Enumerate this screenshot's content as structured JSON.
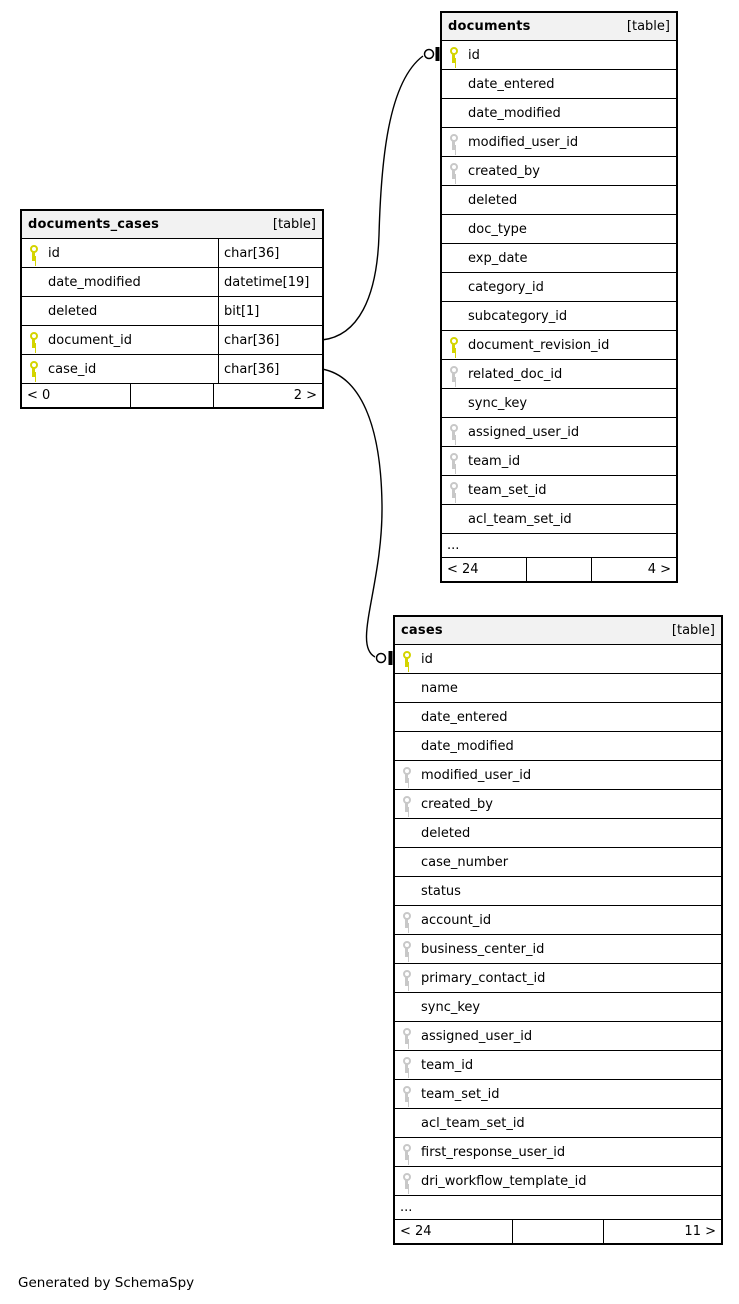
{
  "credit": "Generated by SchemaSpy",
  "colors": {
    "primary_key_icon": "#d4d400",
    "foreign_key_icon": "#c8c8c8",
    "header_background": "#f2f2f2",
    "border": "#000000"
  },
  "tables": {
    "documents_cases": {
      "title": "documents_cases",
      "badge": "[table]",
      "columns": [
        {
          "name": "id",
          "type": "char[36]",
          "key": "primary"
        },
        {
          "name": "date_modified",
          "type": "datetime[19]",
          "key": "none"
        },
        {
          "name": "deleted",
          "type": "bit[1]",
          "key": "none"
        },
        {
          "name": "document_id",
          "type": "char[36]",
          "key": "primary"
        },
        {
          "name": "case_id",
          "type": "char[36]",
          "key": "primary"
        }
      ],
      "footer": {
        "left": "< 0",
        "right": "2 >"
      }
    },
    "documents": {
      "title": "documents",
      "badge": "[table]",
      "columns": [
        {
          "name": "id",
          "key": "primary"
        },
        {
          "name": "date_entered",
          "key": "none"
        },
        {
          "name": "date_modified",
          "key": "none"
        },
        {
          "name": "modified_user_id",
          "key": "fk"
        },
        {
          "name": "created_by",
          "key": "fk"
        },
        {
          "name": "deleted",
          "key": "none"
        },
        {
          "name": "doc_type",
          "key": "none"
        },
        {
          "name": "exp_date",
          "key": "none"
        },
        {
          "name": "category_id",
          "key": "none"
        },
        {
          "name": "subcategory_id",
          "key": "none"
        },
        {
          "name": "document_revision_id",
          "key": "primary"
        },
        {
          "name": "related_doc_id",
          "key": "fk"
        },
        {
          "name": "sync_key",
          "key": "none"
        },
        {
          "name": "assigned_user_id",
          "key": "fk"
        },
        {
          "name": "team_id",
          "key": "fk"
        },
        {
          "name": "team_set_id",
          "key": "fk"
        },
        {
          "name": "acl_team_set_id",
          "key": "none"
        }
      ],
      "ellipsis": "...",
      "footer": {
        "left": "< 24",
        "right": "4 >"
      }
    },
    "cases": {
      "title": "cases",
      "badge": "[table]",
      "columns": [
        {
          "name": "id",
          "key": "primary"
        },
        {
          "name": "name",
          "key": "none"
        },
        {
          "name": "date_entered",
          "key": "none"
        },
        {
          "name": "date_modified",
          "key": "none"
        },
        {
          "name": "modified_user_id",
          "key": "fk"
        },
        {
          "name": "created_by",
          "key": "fk"
        },
        {
          "name": "deleted",
          "key": "none"
        },
        {
          "name": "case_number",
          "key": "none"
        },
        {
          "name": "status",
          "key": "none"
        },
        {
          "name": "account_id",
          "key": "fk"
        },
        {
          "name": "business_center_id",
          "key": "fk"
        },
        {
          "name": "primary_contact_id",
          "key": "fk"
        },
        {
          "name": "sync_key",
          "key": "none"
        },
        {
          "name": "assigned_user_id",
          "key": "fk"
        },
        {
          "name": "team_id",
          "key": "fk"
        },
        {
          "name": "team_set_id",
          "key": "fk"
        },
        {
          "name": "acl_team_set_id",
          "key": "none"
        },
        {
          "name": "first_response_user_id",
          "key": "fk"
        },
        {
          "name": "dri_workflow_template_id",
          "key": "fk"
        }
      ],
      "ellipsis": "...",
      "footer": {
        "left": "< 24",
        "right": "11 >"
      }
    }
  },
  "relationships": [
    {
      "from": "documents_cases.document_id",
      "to": "documents.id"
    },
    {
      "from": "documents_cases.case_id",
      "to": "cases.id"
    }
  ]
}
